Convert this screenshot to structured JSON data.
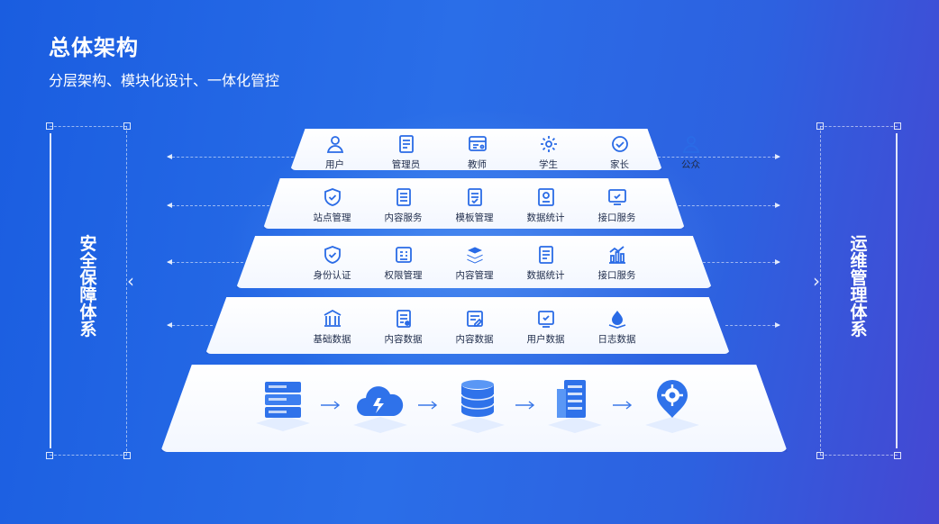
{
  "header": {
    "title": "总体架构",
    "subtitle": "分层架构、模块化设计、一体化管控"
  },
  "left_panel": {
    "label": "安全保障体系"
  },
  "right_panel": {
    "label": "运维管理体系"
  },
  "colors": {
    "accent": "#2a6be6",
    "label_text": "#1f2c4a",
    "icon_stroke": "#2a6be6"
  },
  "layers": [
    {
      "items": [
        {
          "label": "用户",
          "icon": "user-icon"
        },
        {
          "label": "管理员",
          "icon": "admin-icon"
        },
        {
          "label": "教师",
          "icon": "teacher-icon"
        },
        {
          "label": "学生",
          "icon": "gear-icon"
        },
        {
          "label": "家长",
          "icon": "check-circle-icon"
        },
        {
          "label": "公众",
          "icon": "public-user-icon"
        }
      ]
    },
    {
      "items": [
        {
          "label": "站点管理",
          "icon": "shield-check-icon"
        },
        {
          "label": "内容服务",
          "icon": "document-icon"
        },
        {
          "label": "模板管理",
          "icon": "template-icon"
        },
        {
          "label": "数据统计",
          "icon": "stats-icon"
        },
        {
          "label": "接口服务",
          "icon": "monitor-icon"
        }
      ]
    },
    {
      "items": [
        {
          "label": "身份认证",
          "icon": "shield-check-icon"
        },
        {
          "label": "权限管理",
          "icon": "permission-icon"
        },
        {
          "label": "内容管理",
          "icon": "layers-icon"
        },
        {
          "label": "数据统计",
          "icon": "report-icon"
        },
        {
          "label": "接口服务",
          "icon": "interface-chart-icon"
        }
      ]
    },
    {
      "items": [
        {
          "label": "基础数据",
          "icon": "database-building-icon"
        },
        {
          "label": "内容数据",
          "icon": "content-doc-icon"
        },
        {
          "label": "内容数据",
          "icon": "edit-doc-icon"
        },
        {
          "label": "用户数据",
          "icon": "user-data-icon"
        },
        {
          "label": "日志数据",
          "icon": "log-drop-icon"
        }
      ]
    }
  ],
  "base_layer": {
    "icons": [
      "server-stack-icon",
      "cloud-icon",
      "database-icon",
      "server-rack-icon",
      "location-gear-icon"
    ]
  }
}
